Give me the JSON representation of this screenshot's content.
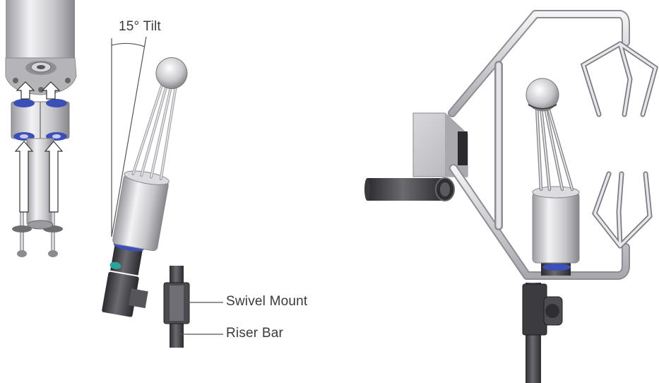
{
  "labels": {
    "tilt": "15° Tilt",
    "swivel_mount": "Swivel Mount",
    "riser_bar": "Riser Bar"
  },
  "colors": {
    "metal_light": "#e8e8ea",
    "metal_mid": "#b9b9bd",
    "metal_dark": "#6f6f74",
    "mount_dark": "#3e3e42",
    "blue_fitting": "#3b4fb8",
    "teal_fitting": "#2aa39b",
    "arrow_fill": "#ffffff",
    "line": "#555555"
  },
  "icons": {
    "assembly_arrows": "up-arrow-icon"
  }
}
